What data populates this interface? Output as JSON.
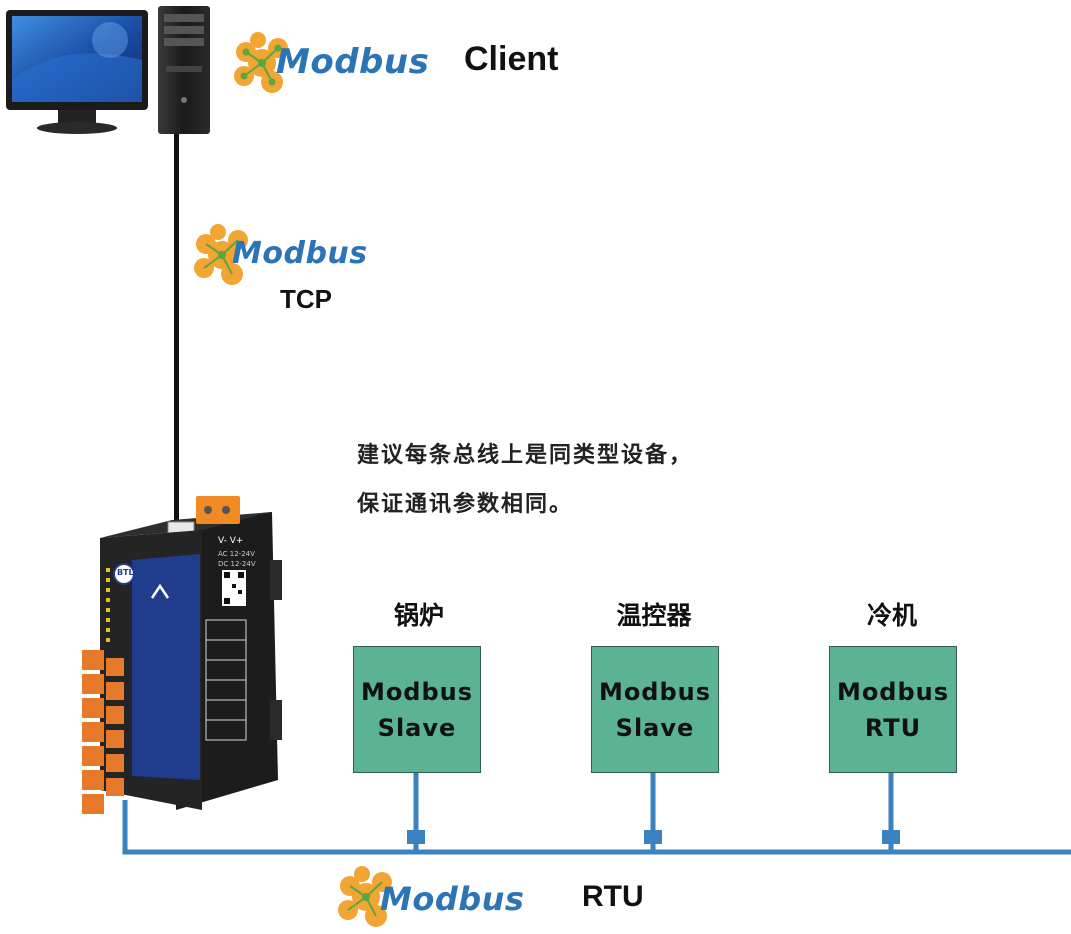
{
  "client": {
    "logo": "Modbus",
    "label": "Client"
  },
  "tcp": {
    "logo": "Modbus",
    "label": "TCP"
  },
  "note": {
    "line1": "建议每条总线上是同类型设备，",
    "line2": "保证通讯参数相同。"
  },
  "devices": [
    {
      "title": "锅炉",
      "line1": "Modbus",
      "line2": "Slave"
    },
    {
      "title": "温控器",
      "line1": "Modbus",
      "line2": "Slave"
    },
    {
      "title": "冷机",
      "line1": "Modbus",
      "line2": "RTU"
    }
  ],
  "rtu": {
    "logo": "Modbus",
    "label": "RTU"
  },
  "gateway": {
    "power_label": "V- V+",
    "spec_line1": "AC 12-24V",
    "spec_line2": "DC 12-24V",
    "badge": "BTL"
  },
  "colors": {
    "bus": "#3b82c0",
    "slave_fill": "#5bb394",
    "logo_blue": "#2b74b5",
    "logo_orange": "#f3a533"
  }
}
